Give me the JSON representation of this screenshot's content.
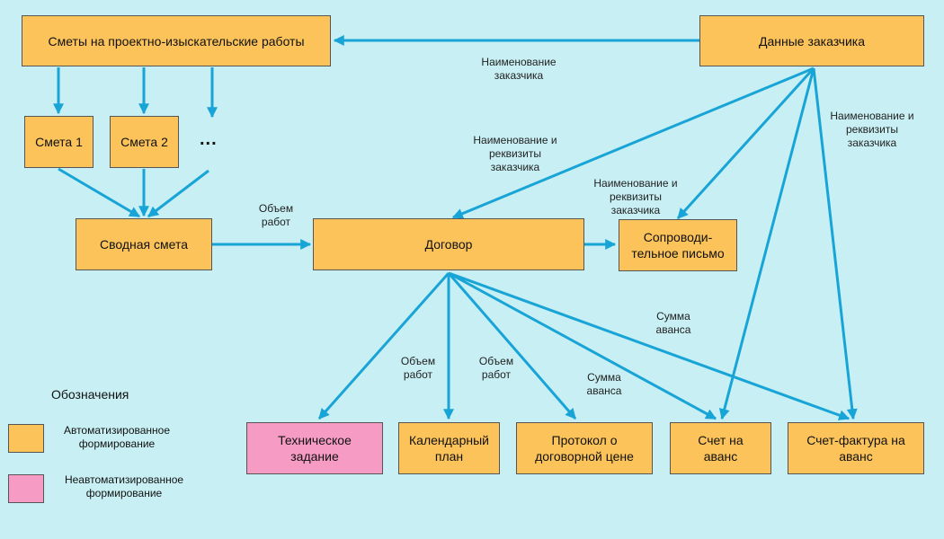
{
  "colors": {
    "background": "#c8f0f4",
    "auto": "#fbc35a",
    "manual": "#f59bc4",
    "arrow": "#18a4d6"
  },
  "nodes": {
    "estimates_survey": "Сметы на проектно-изыскательские работы",
    "customer_data": "Данные заказчика",
    "estimate_1": "Смета 1",
    "estimate_2": "Смета 2",
    "ellipsis": "...",
    "summary_estimate": "Сводная смета",
    "contract": "Договор",
    "cover_letter_line1": "Сопроводи-",
    "cover_letter_line2": "тельное письмо",
    "tech_task_line1": "Техническое",
    "tech_task_line2": "задание",
    "schedule_line1": "Календарный",
    "schedule_line2": "план",
    "protocol_line1": "Протокол о",
    "protocol_line2": "договорной цене",
    "advance_bill_line1": "Счет на",
    "advance_bill_line2": "аванс",
    "advance_invoice_line1": "Счет-фактура на",
    "advance_invoice_line2": "аванс"
  },
  "edge_labels": {
    "customer_name_l1": "Наименование",
    "customer_name_l2": "заказчика",
    "req_contract_l1": "Наименование и",
    "req_contract_l2": "реквизиты",
    "req_contract_l3": "заказчика",
    "req_letter_l1": "Наименование и",
    "req_letter_l2": "реквизиты",
    "req_letter_l3": "заказчика",
    "req_invoice_l1": "Наименование и",
    "req_invoice_l2": "реквизиты",
    "req_invoice_l3": "заказчика",
    "work_volume_top_l1": "Объем",
    "work_volume_top_l2": "работ",
    "work_volume_schedule_l1": "Объем",
    "work_volume_schedule_l2": "работ",
    "work_volume_protocol_l1": "Объем",
    "work_volume_protocol_l2": "работ",
    "advance_sum_bill_l1": "Сумма",
    "advance_sum_bill_l2": "аванса",
    "advance_sum_invoice_l1": "Сумма",
    "advance_sum_invoice_l2": "аванса"
  },
  "legend": {
    "title": "Обозначения",
    "auto_l1": "Автоматизированное",
    "auto_l2": "формирование",
    "manual_l1": "Неавтоматизированное",
    "manual_l2": "формирование"
  }
}
